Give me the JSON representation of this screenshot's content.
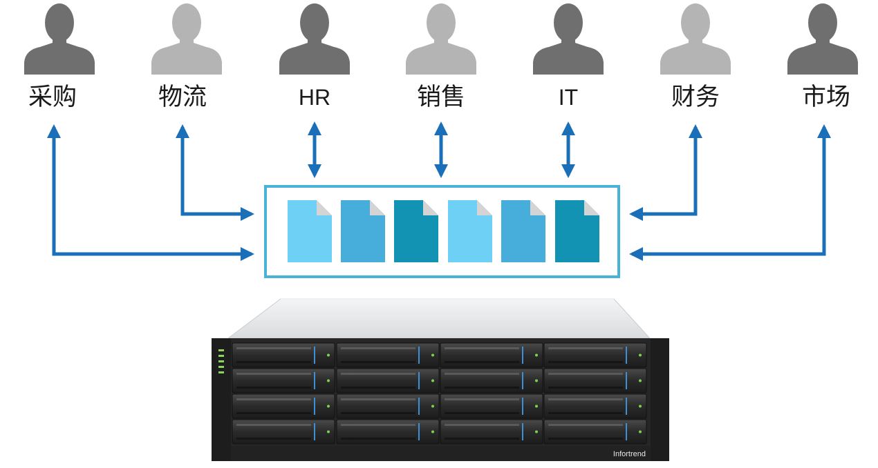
{
  "departments": [
    {
      "label": "采购",
      "tone": "dark",
      "arrow": "bidirectional-elbow"
    },
    {
      "label": "物流",
      "tone": "light",
      "arrow": "bidirectional-elbow"
    },
    {
      "label": "HR",
      "tone": "dark",
      "arrow": "bidirectional-vertical"
    },
    {
      "label": "销售",
      "tone": "light",
      "arrow": "bidirectional-vertical"
    },
    {
      "label": "IT",
      "tone": "dark",
      "arrow": "bidirectional-vertical"
    },
    {
      "label": "财务",
      "tone": "light",
      "arrow": "bidirectional-elbow"
    },
    {
      "label": "市场",
      "tone": "dark",
      "arrow": "bidirectional-elbow"
    }
  ],
  "colors": {
    "person_dark": "#6f6f6f",
    "person_light": "#b4b4b4",
    "arrow": "#1a6fb8",
    "file_box_border": "#49b2d6",
    "file_light": "#6dd0f4",
    "file_mid": "#47aedc",
    "file_dark": "#1393b4",
    "file_fold": "#d4d4d4",
    "server_body": "#2b2b2b",
    "server_top": "#e6e9eb"
  },
  "files": [
    {
      "shade": "light",
      "icon": "document-icon"
    },
    {
      "shade": "mid",
      "icon": "document-icon"
    },
    {
      "shade": "dark",
      "icon": "document-icon"
    },
    {
      "shade": "light",
      "icon": "document-icon"
    },
    {
      "shade": "mid",
      "icon": "document-icon"
    },
    {
      "shade": "dark",
      "icon": "document-icon"
    }
  ],
  "storage": {
    "brand": "Infortrend",
    "icon": "storage-server-icon"
  }
}
